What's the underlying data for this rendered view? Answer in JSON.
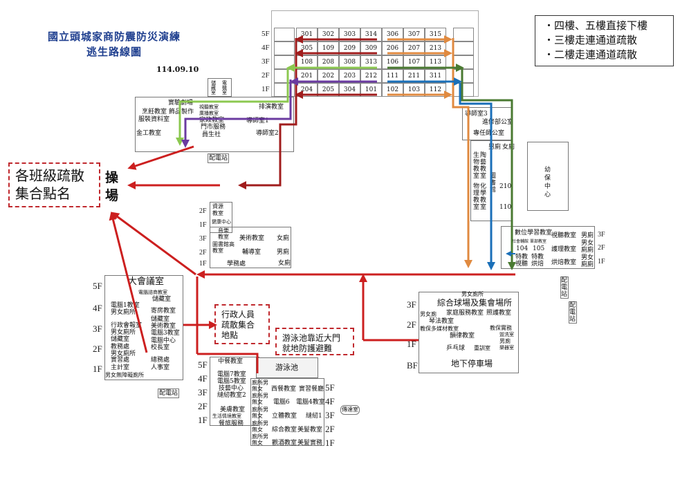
{
  "title": {
    "line1": "國立頭城家商防震防災演練",
    "line2": "逃生路線圖",
    "date": "114.09.10"
  },
  "legend": [
    "・四樓、五樓直接下樓",
    "・三樓走連通道疏散",
    "・二樓走連通道疏散"
  ],
  "assembly": {
    "line1": "各班級疏散",
    "line2": "集合點名",
    "field": "操場"
  },
  "admin_assembly": {
    "line1": "行政人員",
    "line2": "疏散集合",
    "line3": "地點"
  },
  "pool_note": {
    "line1": "游泳池靠近大門",
    "line2": "就地防護避難"
  },
  "main_building": {
    "floors": [
      "5F",
      "4F",
      "3F",
      "2F",
      "1F"
    ],
    "rooms": [
      [
        "301",
        "302",
        "303",
        "314",
        "306",
        "307",
        "315"
      ],
      [
        "305",
        "109",
        "209",
        "309",
        "206",
        "207",
        "213"
      ],
      [
        "108",
        "208",
        "308",
        "313",
        "106",
        "107",
        "113"
      ],
      [
        "201",
        "202",
        "203",
        "212",
        "111",
        "211",
        "311"
      ],
      [
        "204",
        "205",
        "304",
        "101",
        "102",
        "103",
        "112"
      ]
    ]
  },
  "west_building": {
    "labels": [
      "儲藏室",
      "電機室",
      "實驗劇場",
      "烹飪教室",
      "飾品製作",
      "服裝資料室",
      "金工教室",
      "視聽教室",
      "廣播教室",
      "家政教室",
      "門市服務",
      "員生社",
      "排演教室",
      "導師室1",
      "導師室2",
      "配電站"
    ]
  },
  "east_building": {
    "labels": [
      "導師室3",
      "進修部公室",
      "專任師公室",
      "生物教室",
      "陶藝教室",
      "物理教室",
      "化學教室",
      "男廁",
      "女廁",
      "圖書館",
      "210",
      "110",
      "幼保中心"
    ]
  },
  "ne_building": {
    "floors": [
      "3F",
      "2F",
      "1F"
    ],
    "labels": [
      "數位學習教室",
      "視聽教室",
      "男廁",
      "社會輔館",
      "單部教室",
      "104",
      "105",
      "護理教室",
      "男女廁廁",
      "特教視聽",
      "特教烘焙",
      "烘焙教室",
      "男女廁廁",
      "配電站",
      "配電站"
    ]
  },
  "mid_building": {
    "floors": [
      "2F",
      "1F",
      "3F",
      "2F",
      "1F"
    ],
    "labels": [
      "資源教室",
      "健康中心",
      "音樂教室",
      "美術教室",
      "女廁",
      "圖書館高教室",
      "輔導室",
      "男廁",
      "學務處",
      "女廁"
    ]
  },
  "sw_building": {
    "floors": [
      "5F",
      "4F",
      "3F",
      "2F",
      "1F"
    ],
    "labels": [
      "大會議室",
      "電腦諮商教室",
      "儲藏室",
      "電腦1教室",
      "男女廁所",
      "寄房教室",
      "行政會報室",
      "男女廁所",
      "儲藏室",
      "美術教室",
      "電腦3教室",
      "儲藏室",
      "教務處",
      "男女廁所",
      "電腦中心",
      "校長室",
      "實習處",
      "主計室",
      "男女無障礙廁所",
      "總務處",
      "人事室",
      "配電站"
    ]
  },
  "south_building": {
    "floors_left": [
      "5F",
      "4F",
      "3F",
      "2F",
      "1F"
    ],
    "floors_right": [
      "5F",
      "4F",
      "3F",
      "2F",
      "1F"
    ],
    "pool": "游泳池",
    "guard": "傳達室",
    "labels": [
      "中餐教室",
      "電腦7教室",
      "電腦5教室",
      "技藝中心",
      "縫紉教室2",
      "美膚教室",
      "生活情境教室",
      "餐旅服務",
      "廁所男無女",
      "西餐教室",
      "實習餐廳",
      "廁所男無女",
      "電腦6",
      "電腦4教室",
      "廁所男無女",
      "立體教室",
      "縫紉1",
      "廁所男無女",
      "綜合教室",
      "美髮教室",
      "廁所男無女",
      "觀酒教室",
      "美髮實務"
    ]
  },
  "gym_building": {
    "floors": [
      "3F",
      "2F",
      "1F",
      "BF"
    ],
    "labels": [
      "男女廁所",
      "綜合球場及集會場所",
      "男女廁",
      "家庭服務教室",
      "照護教室",
      "琴法教室",
      "教保多媒材教室",
      "教保實務",
      "韻律教室",
      "盥洗室",
      "男廁",
      "樂器室",
      "乒乓球",
      "重訓室",
      "地下停車場"
    ]
  },
  "route_colors": {
    "floor4_5": "#a01c1c",
    "floor3_west": "#8cc850",
    "floor3_east": "#4a7a32",
    "floor2_west": "#6a3aa0",
    "floor2_east": "#1a6fb8",
    "east_down": "#e08a40",
    "main": "#cc1f1f"
  }
}
